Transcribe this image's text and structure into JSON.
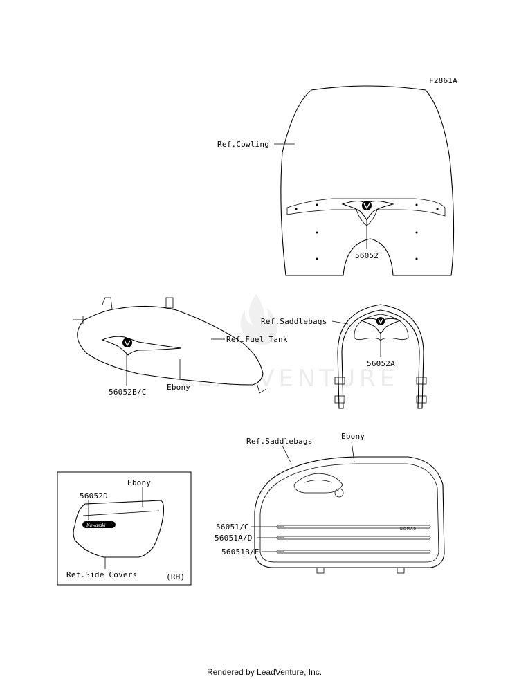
{
  "figure_id": "F2861A",
  "watermark": "LEADVENTURE",
  "footer": "Rendered by LeadVenture, Inc.",
  "labels": {
    "ref_cowling": "Ref.Cowling",
    "p56052": "56052",
    "ref_fuel_tank": "Ref.Fuel Tank",
    "p56052bc": "56052B/C",
    "ebony_tank": "Ebony",
    "ref_saddlebags_top": "Ref.Saddlebags",
    "p56052a": "56052A",
    "ref_saddlebags_bottom": "Ref.Saddlebags",
    "ebony_saddlebag": "Ebony",
    "p56051c": "56051/C",
    "p56051ad": "56051A/D",
    "p56051be": "56051B/E",
    "nomad_mark": "NOMAD",
    "p56052d": "56052D",
    "ebony_side": "Ebony",
    "ref_side_covers": "Ref.Side Covers",
    "rh": "(RH)",
    "kawasaki_mark": "Kawasaki"
  }
}
